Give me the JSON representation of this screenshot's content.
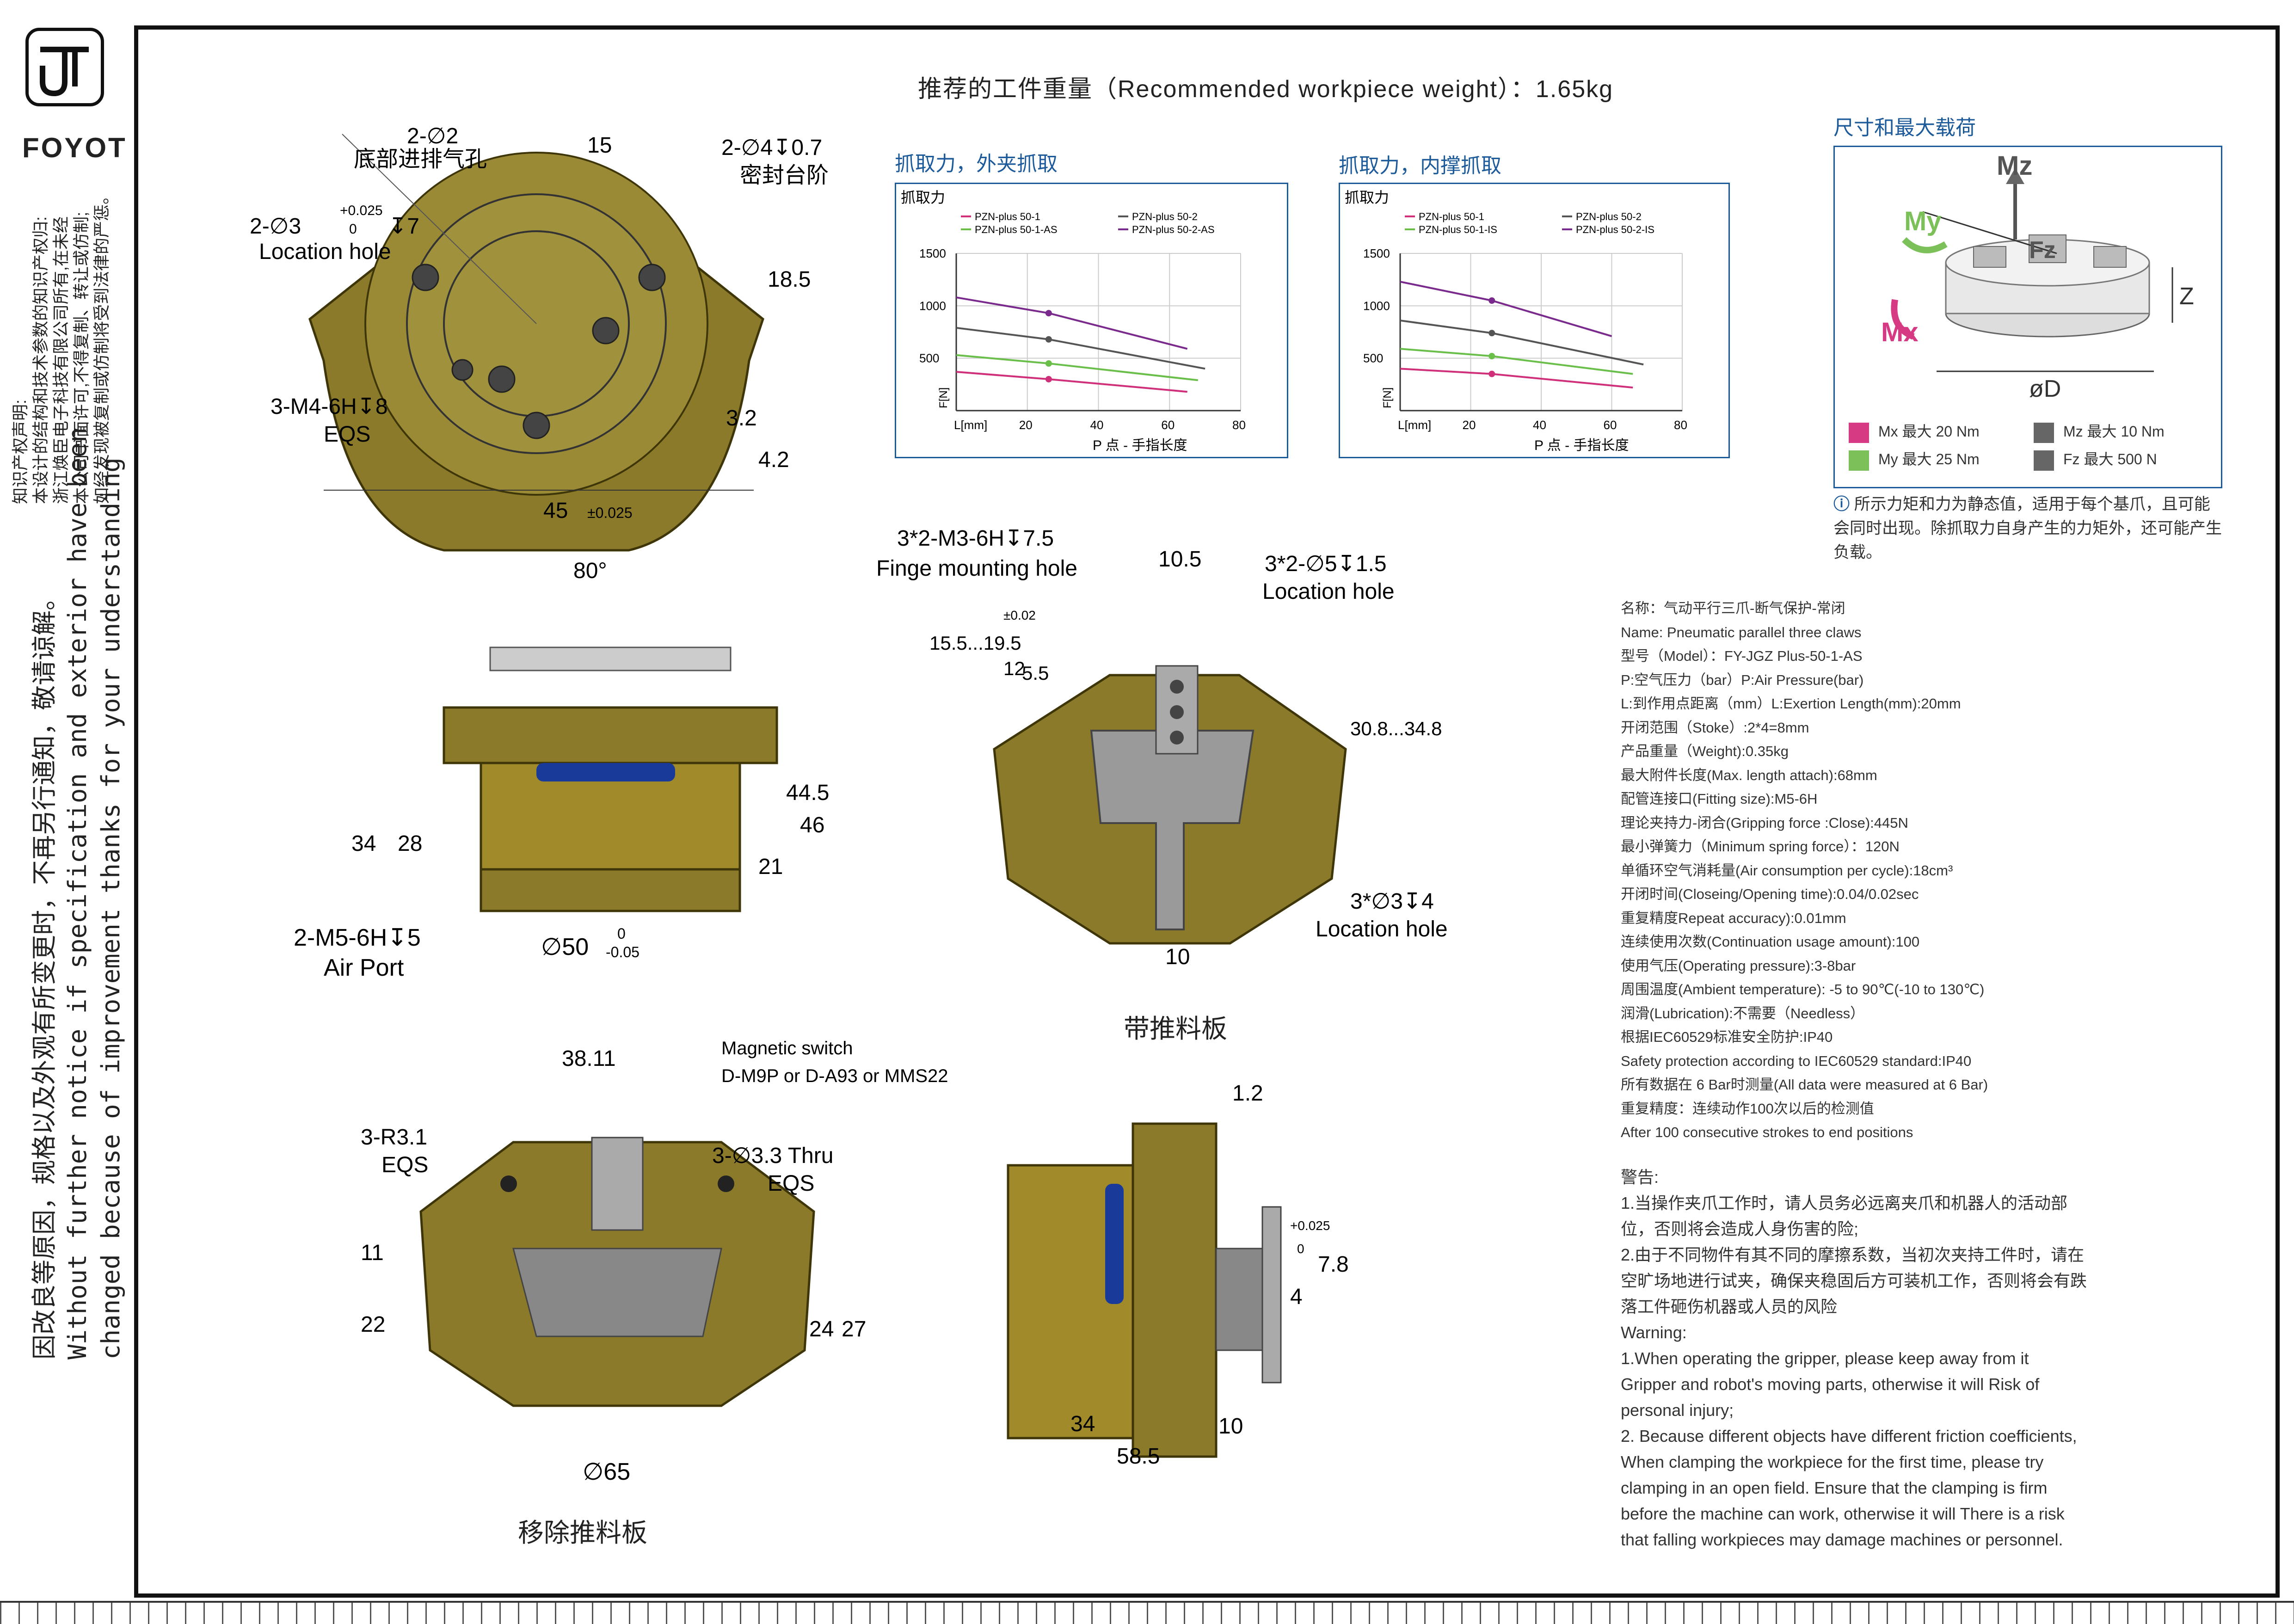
{
  "brand": {
    "logo_text": "FOYOT"
  },
  "sidebar": {
    "ip_lines": [
      "知识产权声明:",
      "本设计的结构和技术参数的知识产权归:",
      "浙江焕臣电子科技有限公司所有,在未经",
      "本公司书面许可,不得复制、转让或仿制;",
      "如经发现被复制或仿制将受到法律的严惩。"
    ],
    "notice_cn": "因改良等原因，规格以及外观有所变更时，不再另行通知，敬请谅解。",
    "notice_en1": "Without further notice if specification and exterior have been",
    "notice_en2": "changed because of improvement thanks for your understanding"
  },
  "title": "推荐的工件重量（Recommended workpiece weight）：1.65kg",
  "grip_outer": {
    "heading": "抓取力，外夹抓取",
    "ylabel": "抓取力",
    "xlabel": "P 点 - 手指长度",
    "fn": "F[N]",
    "lmm": "L[mm]",
    "legend": [
      "PZN-plus 50-1",
      "PZN-plus 50-2",
      "PZN-plus 50-1-AS",
      "PZN-plus 50-2-AS"
    ]
  },
  "grip_inner": {
    "heading": "抓取力，内撑抓取",
    "ylabel": "抓取力",
    "xlabel": "P 点 - 手指长度",
    "fn": "F[N]",
    "lmm": "L[mm]",
    "legend": [
      "PZN-plus 50-1",
      "PZN-plus 50-2",
      "PZN-plus 50-1-IS",
      "PZN-plus 50-2-IS"
    ]
  },
  "chart_data": [
    {
      "type": "line",
      "title": "抓取力，外夹抓取",
      "xlabel": "P 点 - 手指长度",
      "ylabel": "抓取力",
      "x_ticks": [
        20,
        40,
        60,
        80
      ],
      "y_ticks": [
        500,
        1000,
        1500
      ],
      "xlim": [
        0,
        80
      ],
      "ylim": [
        0,
        1500
      ],
      "grid": true,
      "legend_position": "top",
      "series": [
        {
          "name": "PZN-plus 50-1",
          "color": "#d0307a",
          "x": [
            0,
            26,
            65
          ],
          "y": [
            370,
            300,
            180
          ]
        },
        {
          "name": "PZN-plus 50-2",
          "color": "#555555",
          "x": [
            0,
            26,
            70
          ],
          "y": [
            790,
            680,
            400
          ]
        },
        {
          "name": "PZN-plus 50-1-AS",
          "color": "#6abf4b",
          "x": [
            0,
            26,
            68
          ],
          "y": [
            530,
            450,
            290
          ]
        },
        {
          "name": "PZN-plus 50-2-AS",
          "color": "#7a2a8c",
          "x": [
            0,
            26,
            65
          ],
          "y": [
            1080,
            930,
            590
          ]
        }
      ]
    },
    {
      "type": "line",
      "title": "抓取力，内撑抓取",
      "xlabel": "P 点 - 手指长度",
      "ylabel": "抓取力",
      "x_ticks": [
        20,
        40,
        60,
        80
      ],
      "y_ticks": [
        500,
        1000,
        1500
      ],
      "xlim": [
        0,
        80
      ],
      "ylim": [
        0,
        1500
      ],
      "grid": true,
      "legend_position": "top",
      "series": [
        {
          "name": "PZN-plus 50-1",
          "color": "#d0307a",
          "x": [
            0,
            26,
            66
          ],
          "y": [
            400,
            350,
            220
          ]
        },
        {
          "name": "PZN-plus 50-2",
          "color": "#555555",
          "x": [
            0,
            26,
            69
          ],
          "y": [
            860,
            740,
            440
          ]
        },
        {
          "name": "PZN-plus 50-1-IS",
          "color": "#6abf4b",
          "x": [
            0,
            26,
            66
          ],
          "y": [
            590,
            520,
            350
          ]
        },
        {
          "name": "PZN-plus 50-2-IS",
          "color": "#7a2a8c",
          "x": [
            0,
            26,
            60
          ],
          "y": [
            1230,
            1050,
            710
          ]
        }
      ]
    }
  ],
  "loads": {
    "heading": "尺寸和最大载荷",
    "labels": {
      "mz": "Mz",
      "my": "My",
      "mx": "Mx",
      "fz": "Fz",
      "z": "Z",
      "od": "øD"
    },
    "rows": [
      {
        "label": "Mx 最大 20 Nm",
        "color": "#d63a83"
      },
      {
        "label": "Mz 最大 10 Nm",
        "color": "#666666"
      },
      {
        "label": "My 最大 25 Nm",
        "color": "#7cc05a"
      },
      {
        "label": "Fz 最大 500 N",
        "color": "#666666"
      }
    ],
    "note": "所示力矩和力为静态值，适用于每个基爪，且可能会同时出现。除抓取力自身产生的力矩外，还可能产生负载。"
  },
  "spec_lines": [
    "名称：气动平行三爪-断气保护-常闭",
    "Name: Pneumatic parallel three claws",
    "型号（Model）：FY-JGZ Plus-50-1-AS",
    "P:空气压力（bar）P:Air Pressure(bar)",
    "L:到作用点距离（mm）L:Exertion Length(mm):20mm",
    "开闭范围（Stoke）:2*4=8mm",
    "产品重量（Weight):0.35kg",
    "最大附件长度(Max. length attach):68mm",
    "配管连接口(Fitting size):M5-6H",
    "理论夹持力-闭合(Gripping force :Close):445N",
    "最小弹簧力（Minimum spring force）：120N",
    "单循环空气消耗量(Air consumption per cycle):18cm³",
    "开闭时间(Closeing/Opening time):0.04/0.02sec",
    "重复精度Repeat accuracy):0.01mm",
    "连续使用次数(Continuation usage amount):100",
    "使用气压(Operating pressure):3-8bar",
    "周围温度(Ambient temperature): -5 to 90℃(-10 to 130℃)",
    "润滑(Lubrication):不需要（Needless）",
    "根据IEC60529标准安全防护:IP40",
    "Safety protection according to IEC60529 standard:IP40",
    "所有数据在 6 Bar时测量(All data were measured at  6 Bar)",
    "重复精度：连续动作100次以后的检测值",
    "After 100 consecutive strokes to end positions"
  ],
  "warning_lines": [
    "警告:",
    "1.当操作夹爪工作时，请人员务必远离夹爪和机器人的活动部位，否则将会造成人身伤害的险;",
    "2.由于不同物件有其不同的摩擦系数，当初次夹持工件时，请在空旷场地进行试夹，确保夹稳固后方可装机工作，否则将会有跌落工件砸伤机器或人员的风险",
    "Warning:",
    "1.When operating the gripper, please keep away from it Gripper and robot's moving parts, otherwise it will Risk of personal injury;",
    "2. Because different objects have different friction coefficients, When clamping the workpiece for the first time, please try clamping in an open field. Ensure that the clamping is firm before the machine can work, otherwise it will There is a risk that falling workpieces may damage machines or personnel."
  ],
  "dims_top": {
    "d2": "2-∅2",
    "d2_desc": "底部进排气孔",
    "d15": "15",
    "d4": "2-∅4↧0.7",
    "d4_desc": "密封台阶",
    "d3": "2-∅3",
    "d3_tol_up": "+0.025",
    "d3_tol_lo": "0",
    "d3_depth": "↧7",
    "d3_desc": "Location hole",
    "d18": "18.5",
    "m4": "3-M4-6H↧8",
    "m4_eqs": "EQS",
    "d32": "3.2",
    "d42": "4.2",
    "d45": "45",
    "d45_tol": "±0.025",
    "ang": "80°"
  },
  "dims_side": {
    "d34": "34",
    "d28": "28",
    "d445": "44.5",
    "d46": "46",
    "d21": "21",
    "m5": "2-M5-6H↧5",
    "m5_desc": "Air Port",
    "d50": "∅50",
    "d50_up": "0",
    "d50_lo": "-0.05"
  },
  "dims_front": {
    "m3": "3*2-M3-6H↧7.5",
    "m3_desc": "Finge mounting hole",
    "d105": "10.5",
    "d5": "3*2-∅5↧1.5",
    "d5_desc": "Location hole",
    "d155": "15.5...19.5",
    "d12": "12",
    "d12_tol": "±0.02",
    "d55": "5.5",
    "d308": "30.8...34.8",
    "d3": "3*∅3↧4",
    "d3_desc": "Location hole",
    "d10": "10",
    "caption": "带推料板"
  },
  "dims_bottom": {
    "d3811": "38.11",
    "mag": "Magnetic switch",
    "mag_models": "D-M9P or D-A93 or MMS22",
    "r31": "3-R3.1",
    "r31_eqs": "EQS",
    "d33": "3-∅3.3 Thru",
    "d33_eqs": "EQS",
    "d11": "11",
    "d22": "22",
    "d24": "24",
    "d27": "27",
    "d65": "∅65",
    "caption": "移除推料板"
  },
  "dims_side2": {
    "d12": "1.2",
    "d0025": "+0.025",
    "d0": "0",
    "d78": "7.8",
    "d4": "4",
    "d34": "34",
    "d10": "10",
    "d585": "58.5"
  },
  "colors": {
    "gold": "#8a7a2a",
    "gold_dark": "#4a4010",
    "blue": "#1d5a9a"
  }
}
